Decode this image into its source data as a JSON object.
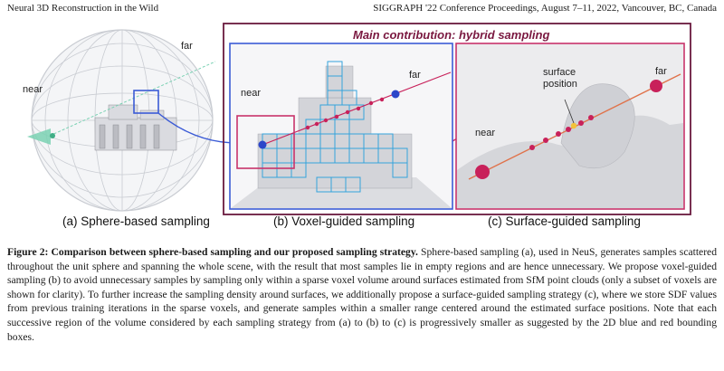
{
  "header": {
    "left": "Neural 3D Reconstruction in the Wild",
    "right": "SIGGRAPH '22 Conference Proceedings, August 7–11, 2022, Vancouver, BC, Canada"
  },
  "figure": {
    "main_title": "Main contribution: hybrid sampling",
    "panels": [
      {
        "label": "(a) Sphere-based sampling",
        "near": "near",
        "far": "far"
      },
      {
        "label": "(b) Voxel-guided sampling",
        "near": "near",
        "far": "far"
      },
      {
        "label": "(c) Surface-guided sampling",
        "near": "near",
        "far": "far",
        "surface": "surface position"
      }
    ],
    "surface_line1": "surface",
    "surface_line2": "position",
    "colors": {
      "blue_box": "#3b5bd6",
      "red_box": "#c8336b",
      "frame": "#6a1a3e",
      "sample_red": "#c8215a",
      "voxel": "#34a3dc",
      "sphere_grid": "#c9ccd2",
      "camera": "#7ad1b3"
    }
  },
  "caption": {
    "bold": "Figure 2: Comparison between sphere-based sampling and our proposed sampling strategy.",
    "body": " Sphere-based sampling (a), used in NeuS, generates samples scattered throughout the unit sphere and spanning the whole scene, with the result that most samples lie in empty regions and are hence unnecessary. We propose voxel-guided sampling (b) to avoid unnecessary samples by sampling only within a sparse voxel volume around surfaces estimated from SfM point clouds (only a subset of voxels are shown for clarity). To further increase the sampling density around surfaces, we additionally propose a surface-guided sampling strategy (c), where we store SDF values from previous training iterations in the sparse voxels, and generate samples within a smaller range centered around the estimated surface positions. Note that each successive region of the volume considered by each sampling strategy from (a) to (b) to (c) is progressively smaller as suggested by the 2D blue and red bounding boxes."
  }
}
